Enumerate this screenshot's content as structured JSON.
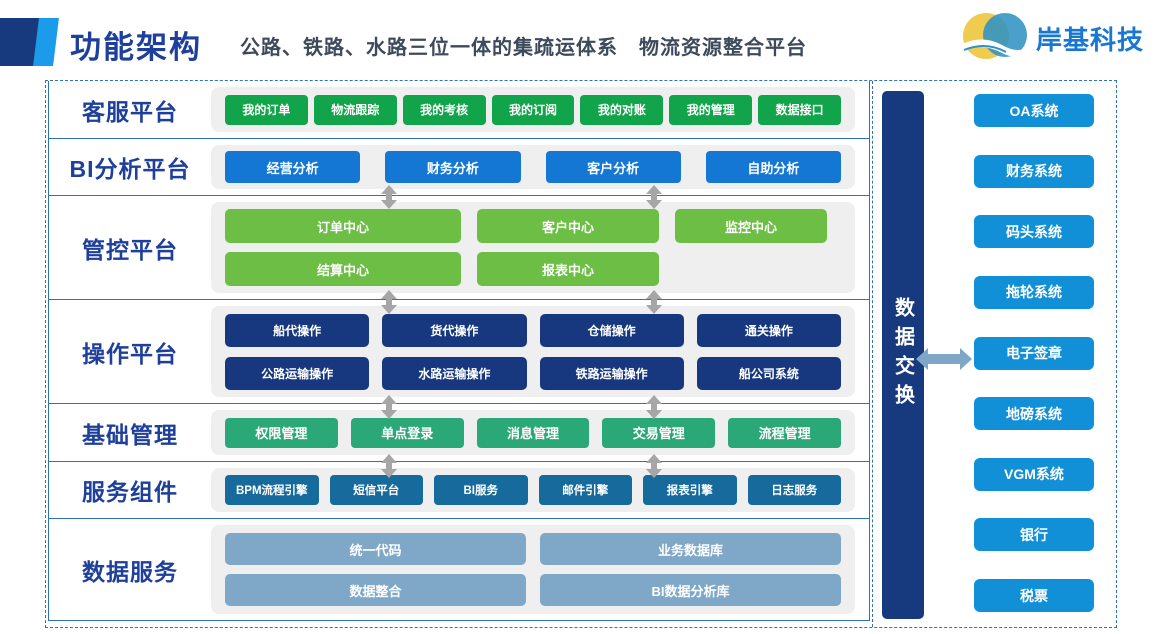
{
  "header": {
    "title": "功能架构",
    "subtitle": "公路、铁路、水路三位一体的集疏运体系　物流资源整合平台",
    "logo_text": "岸基科技"
  },
  "rows": [
    {
      "label": "客服平台",
      "color": "#12A44A",
      "items": [
        "我的订单",
        "物流跟踪",
        "我的考核",
        "我的订阅",
        "我的对账",
        "我的管理",
        "数据接口"
      ]
    },
    {
      "label": "BI分析平台",
      "color": "#1477D4",
      "items": [
        "经营分析",
        "财务分析",
        "客户分析",
        "自助分析"
      ]
    },
    {
      "label": "管控平台",
      "color": "#6CBE44",
      "items": [
        "订单中心",
        "客户中心",
        "监控中心",
        "结算中心",
        "报表中心"
      ]
    },
    {
      "label": "操作平台",
      "color": "#17387E",
      "items": [
        "船代操作",
        "货代操作",
        "仓储操作",
        "通关操作",
        "公路运输操作",
        "水路运输操作",
        "铁路运输操作",
        "船公司系统"
      ]
    },
    {
      "label": "基础管理",
      "color": "#2BA878",
      "items": [
        "权限管理",
        "单点登录",
        "消息管理",
        "交易管理",
        "流程管理"
      ]
    },
    {
      "label": "服务组件",
      "color": "#176B9C",
      "items": [
        "BPM流程引擎",
        "短信平台",
        "BI服务",
        "邮件引擎",
        "报表引擎",
        "日志服务"
      ]
    },
    {
      "label": "数据服务",
      "color": "#7FA8C8",
      "items": [
        "统一代码",
        "业务数据库",
        "数据整合",
        "BI数据分析库"
      ]
    }
  ],
  "exchange": {
    "label": "数据交换",
    "color": "#17397E"
  },
  "external_systems": [
    "OA系统",
    "财务系统",
    "码头系统",
    "拖轮系统",
    "电子签章",
    "地磅系统",
    "VGM系统",
    "银行",
    "税票"
  ],
  "colors": {
    "external_system": "#1190D8",
    "frame_border": "#2E74B5",
    "arrow_gray": "#A6A6A6",
    "arrow_blue": "#7FA6C6",
    "title_blue": "#1F3F9C",
    "logo_blue": "#1877D2",
    "logo_yellow": "#EFCB4F",
    "logo_teal": "#2F93C4"
  },
  "icons": {
    "vertical_connector": "double-arrow-vertical-icon",
    "horizontal_connector": "double-arrow-horizontal-icon",
    "logo_mark": "globe-swoosh-icon"
  }
}
